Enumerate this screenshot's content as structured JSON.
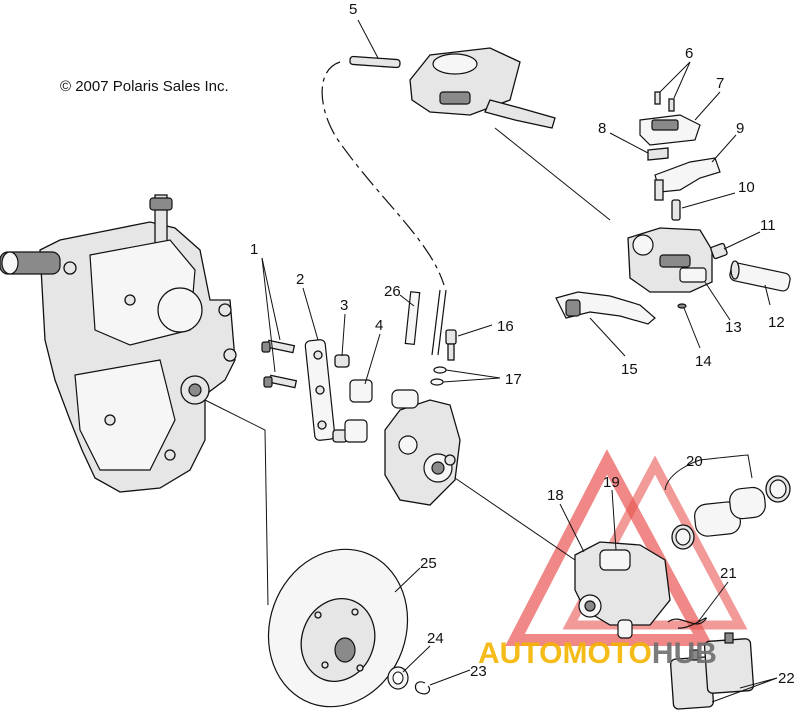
{
  "copyright": "© 2007 Polaris Sales Inc.",
  "watermark": {
    "part1": "AUTOMOTO",
    "part2": "HUB",
    "color_orange": "#f4b400",
    "color_red": "#e53935",
    "color_gray": "#6d6d6d"
  },
  "callouts": [
    "1",
    "2",
    "3",
    "4",
    "5",
    "6",
    "7",
    "8",
    "9",
    "10",
    "11",
    "12",
    "13",
    "14",
    "15",
    "16",
    "17",
    "18",
    "19",
    "20",
    "21",
    "22",
    "23",
    "24",
    "25",
    "26"
  ]
}
